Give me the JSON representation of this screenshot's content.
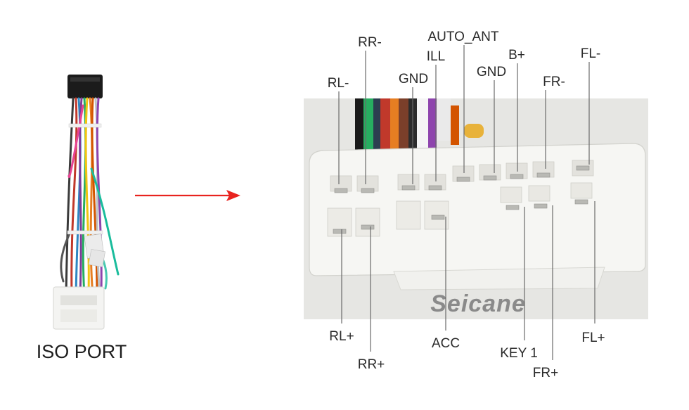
{
  "caption": "ISO PORT",
  "watermark": "Seicane",
  "arrow_color": "#e8231f",
  "pins_top": {
    "rl_minus": "RL-",
    "rr_minus": "RR-",
    "gnd_1": "GND",
    "auto_ant": "AUTO_ANT",
    "ill": "ILL",
    "gnd_2": "GND",
    "b_plus": "B+",
    "fr_minus": "FR-",
    "fl_minus": "FL-"
  },
  "pins_bottom": {
    "rl_plus": "RL+",
    "rr_plus": "RR+",
    "acc": "ACC",
    "key1": "KEY 1",
    "fr_plus": "FR+",
    "fl_plus": "FL+"
  }
}
